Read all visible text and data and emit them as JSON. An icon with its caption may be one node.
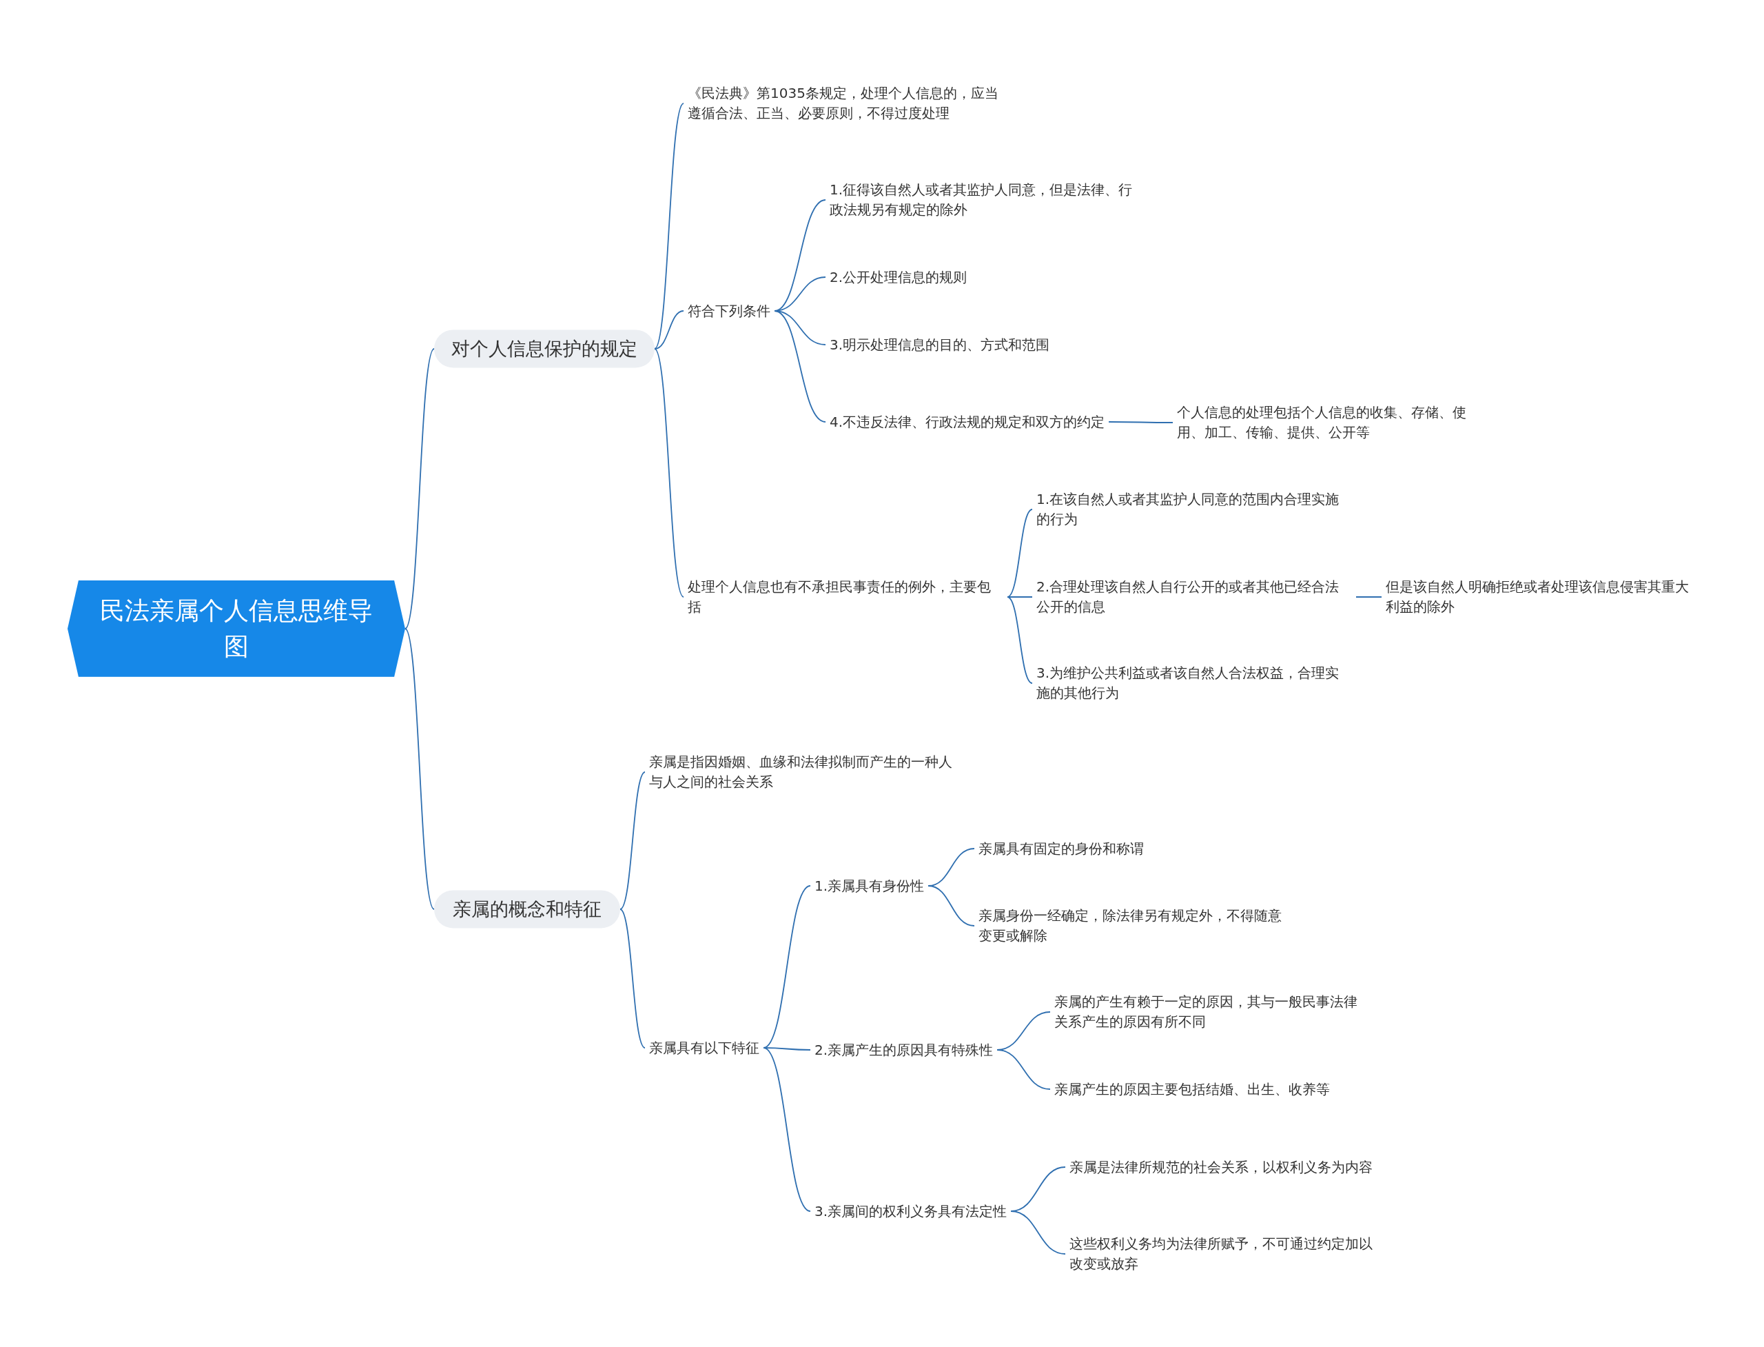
{
  "diagram": {
    "nodes": [
      {
        "text": [
          "民法亲属个人信息思维导图"
        ]
      },
      {
        "text": [
          "对个人信息保护的规定"
        ]
      },
      {
        "text": [
          "《民法典》第1035条规定，处理个人信息的，应当遵循合法、正当、必要原则，不得过度处理"
        ]
      },
      {
        "text": [
          "符合下列条件"
        ]
      },
      {
        "text": [
          "1.征得该自然人或者其监护人同意，但是法律、行政法规另有规定的除外"
        ]
      },
      {
        "text": [
          "2.公开处理信息的规则"
        ]
      },
      {
        "text": [
          "3.明示处理信息的目的、方式和范围"
        ]
      },
      {
        "text": [
          "4.不违反法律、行政法规的规定和双方的约定"
        ]
      },
      {
        "text": [
          "个人信息的处理包括个人信息的收集、存储、使用、加工、传输、提供、公开等"
        ]
      },
      {
        "text": [
          "处理个人信息也有不承担民事责任的例外，主要包括"
        ]
      },
      {
        "text": [
          "1.在该自然人或者其监护人同意的范围内合理实施的行为"
        ]
      },
      {
        "text": [
          "2.合理处理该自然人自行公开的或者其他已经合法公开的信息"
        ]
      },
      {
        "text": [
          "但是该自然人明确拒绝或者处理该信息侵害其重大利益的除外"
        ]
      },
      {
        "text": [
          "3.为维护公共利益或者该自然人合法权益，合理实施的其他行为"
        ]
      },
      {
        "text": [
          "亲属的概念和特征"
        ]
      },
      {
        "text": [
          "亲属是指因婚姻、血缘和法律拟制而产生的一种人与人之间的社会关系"
        ]
      },
      {
        "text": [
          "亲属具有以下特征"
        ]
      },
      {
        "text": [
          "1.亲属具有身份性"
        ]
      },
      {
        "text": [
          "亲属具有固定的身份和称谓"
        ]
      },
      {
        "text": [
          "亲属身份一经确定，除法律另有规定外，不得随意变更或解除"
        ]
      },
      {
        "text": [
          "2.亲属产生的原因具有特殊性"
        ]
      },
      {
        "text": [
          "亲属的产生有赖于一定的原因，其与一般民事法律关系产生的原因有所不同"
        ]
      },
      {
        "text": [
          "亲属产生的原因主要包括结婚、出生、收养等"
        ]
      },
      {
        "text": [
          "3.亲属间的权利义务具有法定性"
        ]
      },
      {
        "text": [
          "亲属是法律所规范的社会关系，以权利义务为内容"
        ]
      },
      {
        "text": [
          "这些权利义务均为法律所赋予，不可通过约定加以改变或放弃"
        ]
      }
    ],
    "edges": [
      {
        "from": 0,
        "to": 1,
        "arrow": "none"
      },
      {
        "from": 1,
        "to": 2,
        "arrow": "none"
      },
      {
        "from": 1,
        "to": 3,
        "arrow": "none"
      },
      {
        "from": 3,
        "to": 4,
        "arrow": "none"
      },
      {
        "from": 3,
        "to": 5,
        "arrow": "none"
      },
      {
        "from": 3,
        "to": 6,
        "arrow": "none"
      },
      {
        "from": 3,
        "to": 7,
        "arrow": "none"
      },
      {
        "from": 7,
        "to": 8,
        "arrow": "none"
      },
      {
        "from": 1,
        "to": 9,
        "arrow": "none"
      },
      {
        "from": 9,
        "to": 10,
        "arrow": "none"
      },
      {
        "from": 9,
        "to": 11,
        "arrow": "none"
      },
      {
        "from": 11,
        "to": 12,
        "arrow": "none"
      },
      {
        "from": 9,
        "to": 13,
        "arrow": "none"
      },
      {
        "from": 0,
        "to": 14,
        "arrow": "none"
      },
      {
        "from": 14,
        "to": 15,
        "arrow": "none"
      },
      {
        "from": 14,
        "to": 16,
        "arrow": "none"
      },
      {
        "from": 16,
        "to": 17,
        "arrow": "none"
      },
      {
        "from": 17,
        "to": 18,
        "arrow": "none"
      },
      {
        "from": 17,
        "to": 19,
        "arrow": "none"
      },
      {
        "from": 16,
        "to": 20,
        "arrow": "none"
      },
      {
        "from": 20,
        "to": 21,
        "arrow": "none"
      },
      {
        "from": 20,
        "to": 22,
        "arrow": "none"
      },
      {
        "from": 16,
        "to": 23,
        "arrow": "none"
      },
      {
        "from": 23,
        "to": 24,
        "arrow": "none"
      },
      {
        "from": 23,
        "to": 25,
        "arrow": "none"
      }
    ]
  }
}
